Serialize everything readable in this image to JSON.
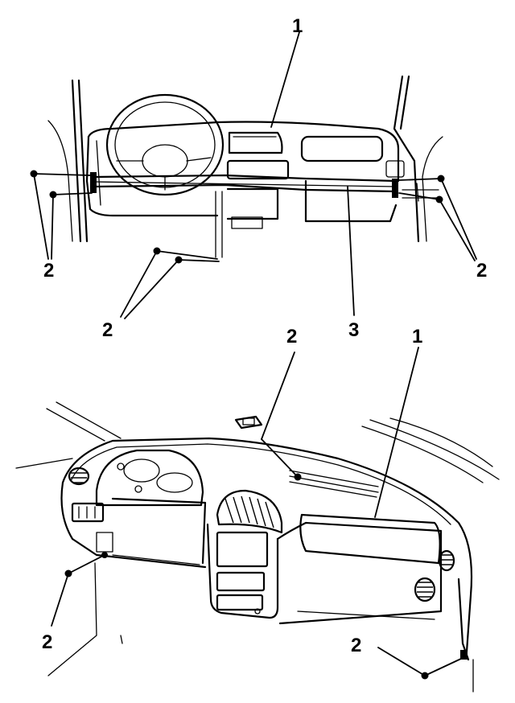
{
  "top_view": {
    "callouts": [
      "1",
      "2",
      "2",
      "2",
      "3"
    ]
  },
  "bottom_view": {
    "callouts": [
      "2",
      "1",
      "2",
      "2"
    ]
  }
}
